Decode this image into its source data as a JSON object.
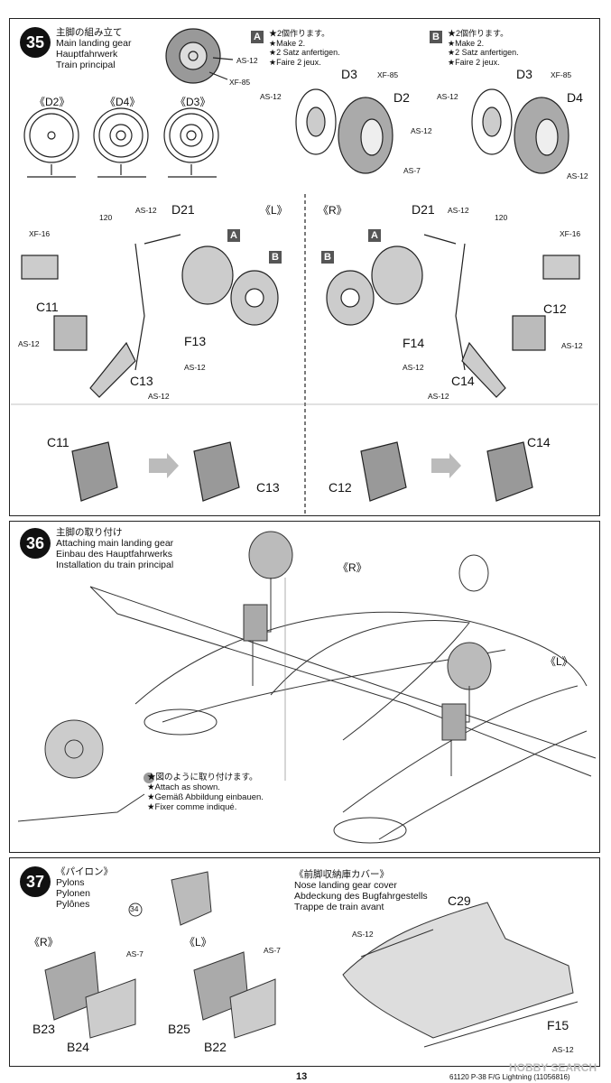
{
  "step35": {
    "number": "35",
    "title": [
      "主脚の組み立て",
      "Main landing gear",
      "Hauptfahrwerk",
      "Train principal"
    ],
    "variant_a": {
      "tag": "A",
      "lines": [
        "★2個作ります。",
        "★Make 2.",
        "★2 Satz anfertigen.",
        "★Faire 2 jeux."
      ]
    },
    "variant_b": {
      "tag": "B",
      "lines": [
        "★2個作ります。",
        "★Make 2.",
        "★2 Satz anfertigen.",
        "★Faire 2 jeux."
      ]
    },
    "views": [
      "《D2》",
      "《D4》",
      "《D3》"
    ],
    "left_label": "《L》",
    "right_label": "《R》",
    "parts": {
      "as12": "AS-12",
      "xf85": "XF-85",
      "xf16": "XF-16",
      "as7": "AS-7",
      "d3": "D3",
      "d2": "D2",
      "d4": "D4",
      "d21": "D21",
      "c11": "C11",
      "c12": "C12",
      "c13": "C13",
      "c14": "C14",
      "f13": "F13",
      "f14": "F14",
      "ref120": "120"
    }
  },
  "step36": {
    "number": "36",
    "title": [
      "主脚の取り付け",
      "Attaching main landing gear",
      "Einbau des Hauptfahrwerks",
      "Installation du train principal"
    ],
    "r_label": "《R》",
    "l_label": "《L》",
    "note": [
      "★図のように取り付けます。",
      "★Attach as shown.",
      "★Gemäß Abbildung einbauen.",
      "★Fixer comme indiqué."
    ]
  },
  "step37": {
    "number": "37",
    "pylons_title": [
      "《パイロン》",
      "Pylons",
      "Pylonen",
      "Pylônes"
    ],
    "nose_title": [
      "《前脚収納庫カバー》",
      "Nose landing gear cover",
      "Abdeckung des Bugfahrgestells",
      "Trappe de train avant"
    ],
    "r_label": "《R》",
    "l_label": "《L》",
    "ref34": "34",
    "parts": {
      "as7": "AS-7",
      "as12": "AS-12",
      "b23": "B23",
      "b24": "B24",
      "b25": "B25",
      "b22": "B22",
      "c29": "C29",
      "f15": "F15"
    }
  },
  "footer": {
    "page": "13",
    "code": "61120 P-38 F/G Lightning (11056816)",
    "watermark": "HOBBY SEARCH"
  }
}
